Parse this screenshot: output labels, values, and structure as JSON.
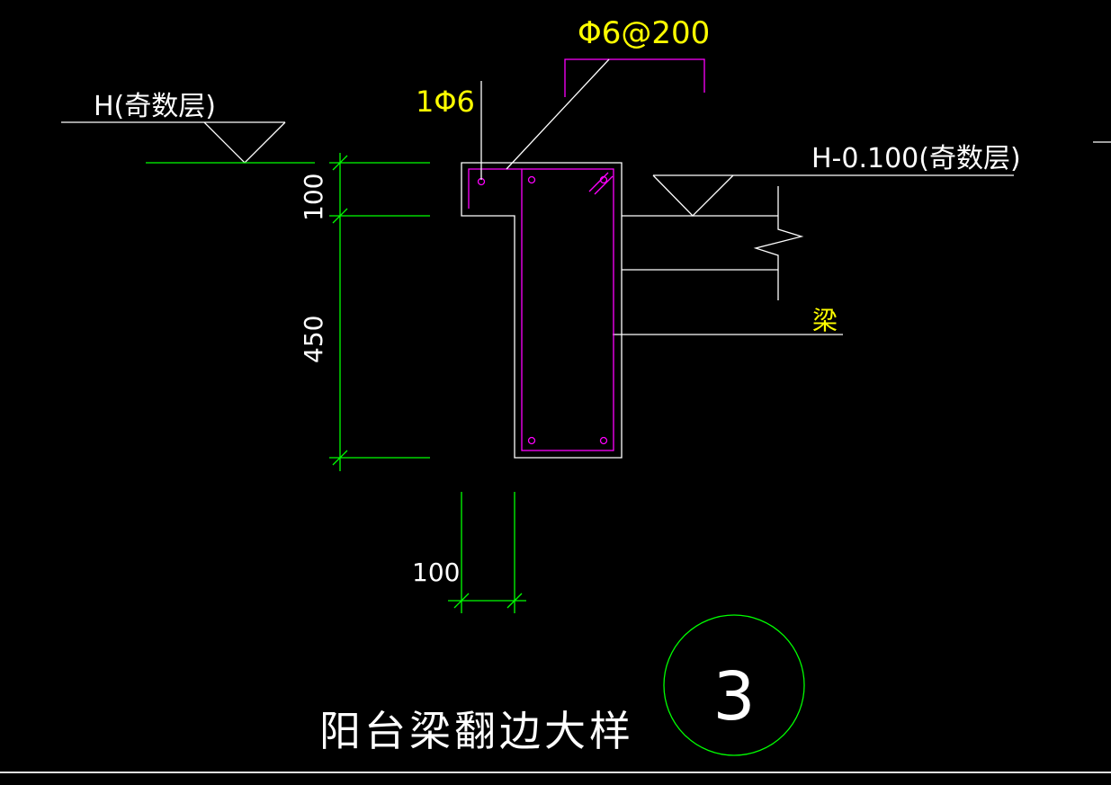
{
  "drawing": {
    "title": "阳台梁翻边大样",
    "detail_number": "3",
    "labels": {
      "stirrup": "Φ6@200",
      "top_bar": "1Φ6",
      "level_left": "H(奇数层)",
      "level_right": "H-0.100(奇数层)",
      "beam": "梁"
    },
    "dimensions": {
      "upturn_height": "100",
      "beam_height": "450",
      "upturn_width": "100"
    }
  },
  "colors": {
    "background": "#000000",
    "outline": "#ffffff",
    "rebar": "#ff00ff",
    "dimension": "#00ff00",
    "label_yellow": "#ffff00"
  }
}
